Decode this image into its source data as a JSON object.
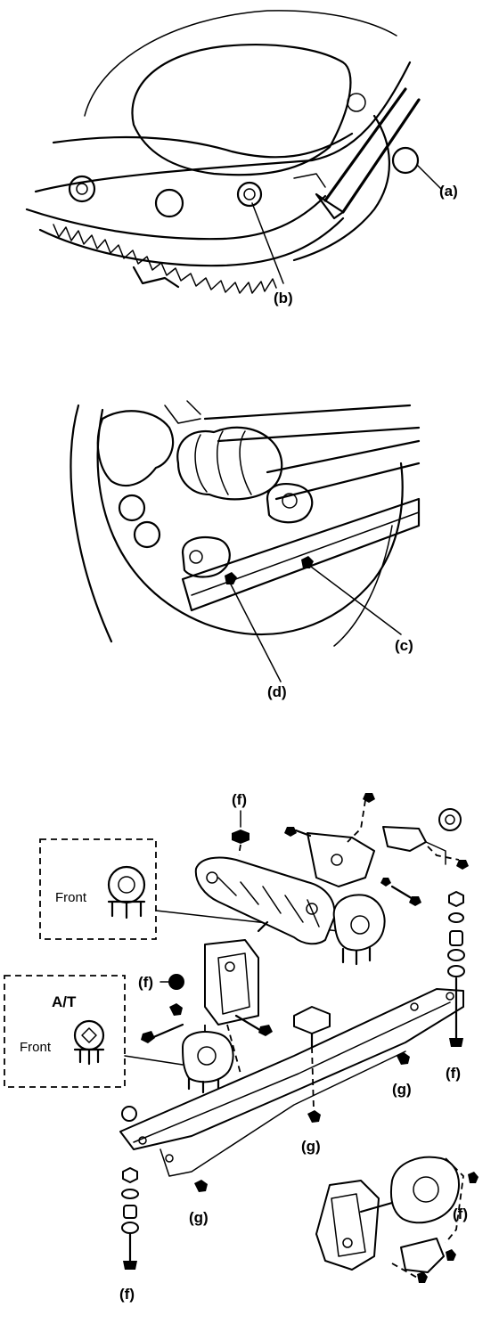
{
  "figure1": {
    "labels": {
      "a": "(a)",
      "b": "(b)"
    }
  },
  "figure2": {
    "labels": {
      "c": "(c)",
      "d": "(d)"
    }
  },
  "figure3": {
    "labels": {
      "f": "(f)",
      "g": "(g)"
    },
    "inset_top": {
      "caption": "Front"
    },
    "inset_at": {
      "title": "A/T",
      "caption": "Front"
    }
  }
}
